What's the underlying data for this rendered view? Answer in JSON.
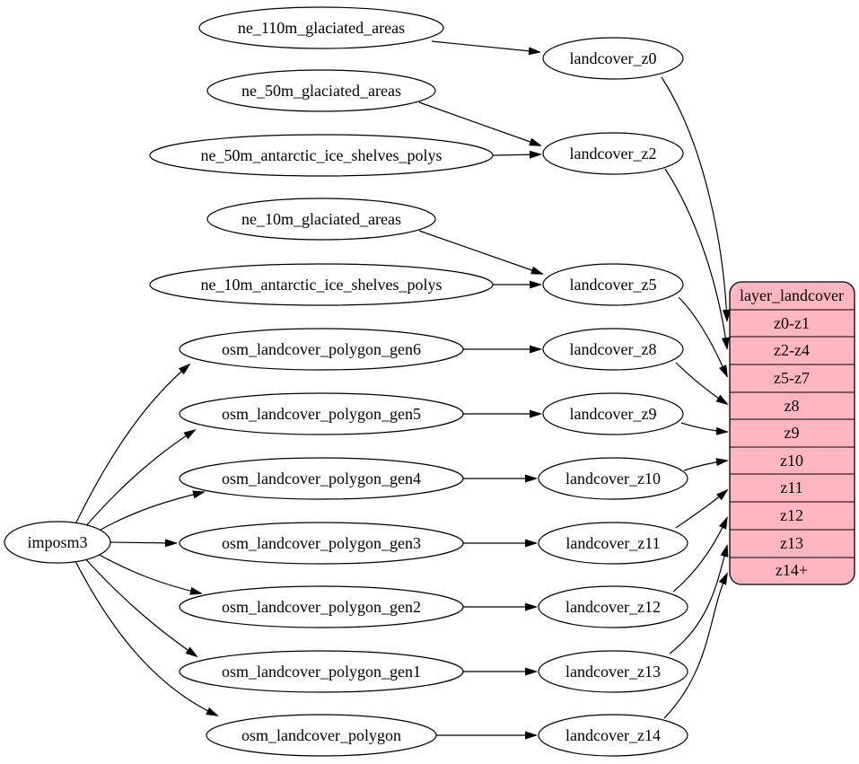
{
  "diagram_type": "graphviz-dependency-graph",
  "colors": {
    "background": "#ffffff",
    "node_fill": "#ffffff",
    "node_stroke": "#000000",
    "edge": "#000000",
    "table_fill": "#ffb6c1",
    "text": "#000000"
  },
  "importer": {
    "label": "imposm3"
  },
  "sources": [
    "ne_110m_glaciated_areas",
    "ne_50m_glaciated_areas",
    "ne_50m_antarctic_ice_shelves_polys",
    "ne_10m_glaciated_areas",
    "ne_10m_antarctic_ice_shelves_polys",
    "osm_landcover_polygon_gen6",
    "osm_landcover_polygon_gen5",
    "osm_landcover_polygon_gen4",
    "osm_landcover_polygon_gen3",
    "osm_landcover_polygon_gen2",
    "osm_landcover_polygon_gen1",
    "osm_landcover_polygon"
  ],
  "zoom_tables": [
    "landcover_z0",
    "landcover_z2",
    "landcover_z5",
    "landcover_z8",
    "landcover_z9",
    "landcover_z10",
    "landcover_z11",
    "landcover_z12",
    "landcover_z13",
    "landcover_z14"
  ],
  "layer_table": {
    "title": "layer_landcover",
    "rows": [
      "z0-z1",
      "z2-z4",
      "z5-z7",
      "z8",
      "z9",
      "z10",
      "z11",
      "z12",
      "z13",
      "z14+"
    ]
  }
}
